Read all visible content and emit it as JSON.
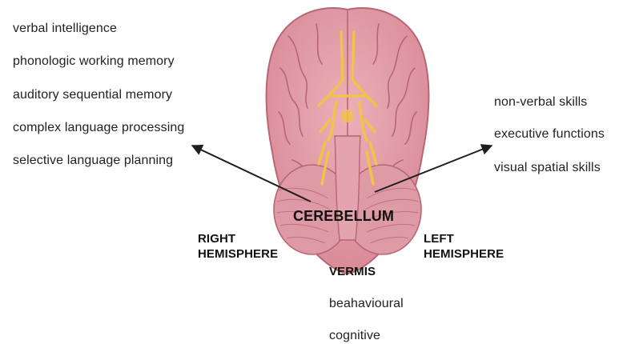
{
  "left_functions": [
    "verbal intelligence",
    "phonologic working memory",
    "auditory sequential memory",
    "complex language processing",
    "selective language planning"
  ],
  "right_functions": [
    "non-verbal skills",
    "executive functions",
    "visual spatial skills"
  ],
  "labels": {
    "cerebellum": "CEREBELLUM",
    "right_hemisphere_line1": "RIGHT",
    "right_hemisphere_line2": "HEMISPHERE",
    "left_hemisphere_line1": "LEFT",
    "left_hemisphere_line2": "HEMISPHERE",
    "vermis": "VERMIS"
  },
  "vermis_functions": [
    "beahavioural",
    "cognitive"
  ],
  "colors": {
    "brain": "#e7a1aa",
    "brain_dark": "#c97381",
    "sulci": "#b86574",
    "nerves": "#f2c24a",
    "arrow": "#1f1f1f"
  }
}
